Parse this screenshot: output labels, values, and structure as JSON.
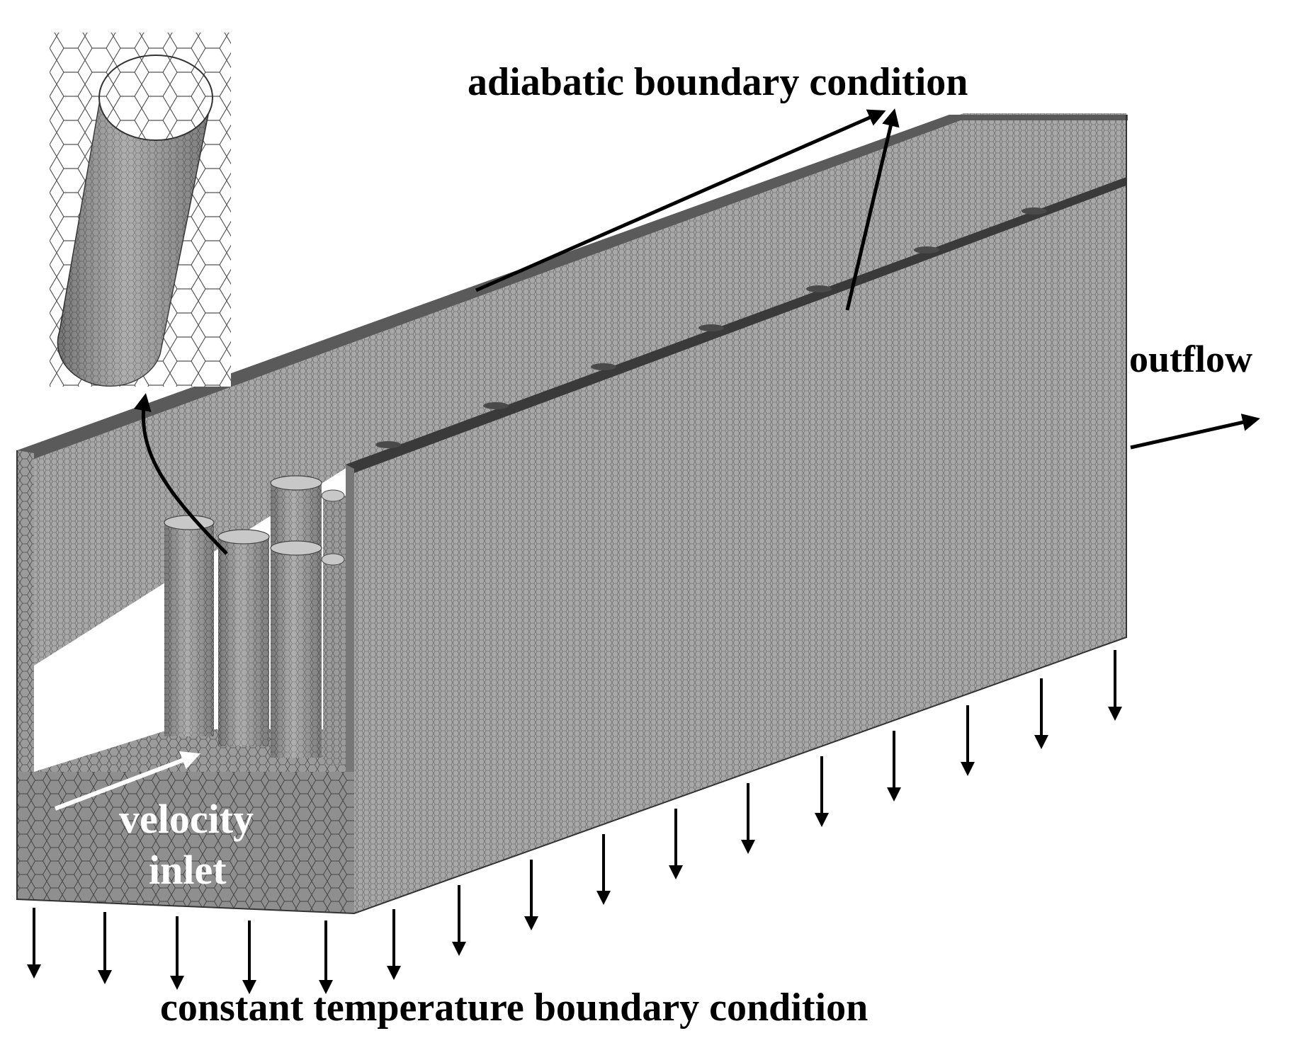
{
  "labels": {
    "adiabatic": "adiabatic boundary condition",
    "outflow": "outflow",
    "constant_temperature": "constant temperature boundary condition",
    "velocity": "velocity",
    "inlet": "inlet"
  },
  "colors": {
    "mesh_face_dark": "#8a8a8a",
    "mesh_face_mid": "#a3a3a3",
    "mesh_face_light": "#b8b8b8",
    "arrow": "#000000",
    "inlet_arrow": "#ffffff"
  },
  "icons": {
    "zoom_inset": "mesh-cylinder-inset-icon"
  }
}
